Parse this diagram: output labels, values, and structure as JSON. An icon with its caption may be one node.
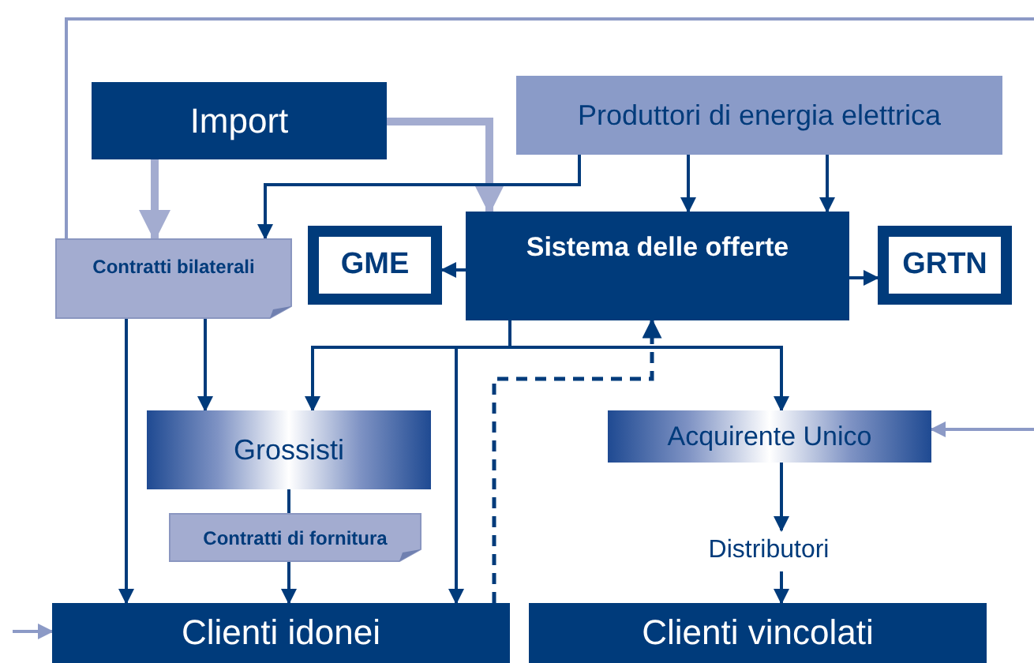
{
  "diagram": {
    "nodes": [
      {
        "text": [
          "Import"
        ]
      },
      {
        "text": [
          "Produttori di energia elettrica"
        ]
      },
      {
        "text": [
          "Contratti bilaterali"
        ]
      },
      {
        "text": [
          "GME"
        ]
      },
      {
        "text": [
          "Sistema delle offerte"
        ]
      },
      {
        "text": [
          "GRTN"
        ]
      },
      {
        "text": [
          "Grossisti"
        ]
      },
      {
        "text": [
          "Contratti di fornitura"
        ]
      },
      {
        "text": [
          "Acquirente Unico"
        ]
      },
      {
        "text": [
          "Distributori"
        ]
      },
      {
        "text": [
          "Clienti idonei"
        ]
      },
      {
        "text": [
          "Clienti vincolati"
        ]
      }
    ],
    "edges": [
      {
        "from": 0,
        "to": 2,
        "arrow": "to",
        "style": "thick",
        "color": "#a3acd0"
      },
      {
        "from": 0,
        "to": 4,
        "arrow": "to",
        "style": "thick",
        "color": "#a3acd0"
      },
      {
        "from": 1,
        "to": 2,
        "arrow": "to"
      },
      {
        "from": 1,
        "to": 4,
        "arrow": "to"
      },
      {
        "from": 1,
        "to": 4,
        "arrow": "to"
      },
      {
        "from": 4,
        "to": 3,
        "arrow": "to"
      },
      {
        "from": 4,
        "to": 5,
        "arrow": "to"
      },
      {
        "from": 2,
        "to": 10,
        "arrow": "to"
      },
      {
        "from": 2,
        "to": 6,
        "arrow": "to"
      },
      {
        "from": 4,
        "to": 6,
        "arrow": "to"
      },
      {
        "from": 4,
        "to": 10,
        "arrow": "to"
      },
      {
        "from": 4,
        "to": 8,
        "arrow": "to"
      },
      {
        "from": 6,
        "to": 7,
        "arrow": "none"
      },
      {
        "from": 7,
        "to": 10,
        "arrow": "to"
      },
      {
        "from": 10,
        "to": 4,
        "arrow": "to",
        "style": "dashed"
      },
      {
        "from": 8,
        "to": 9,
        "arrow": "to"
      },
      {
        "from": 9,
        "to": 11,
        "arrow": "to"
      },
      {
        "from": null,
        "to": 8,
        "arrow": "to",
        "color": "#8c9ac6"
      },
      {
        "from": null,
        "to": 10,
        "arrow": "to",
        "color": "#8c9ac6"
      },
      {
        "from": 2,
        "to": null,
        "arrow": "none",
        "color": "#8c9ac6"
      }
    ]
  }
}
